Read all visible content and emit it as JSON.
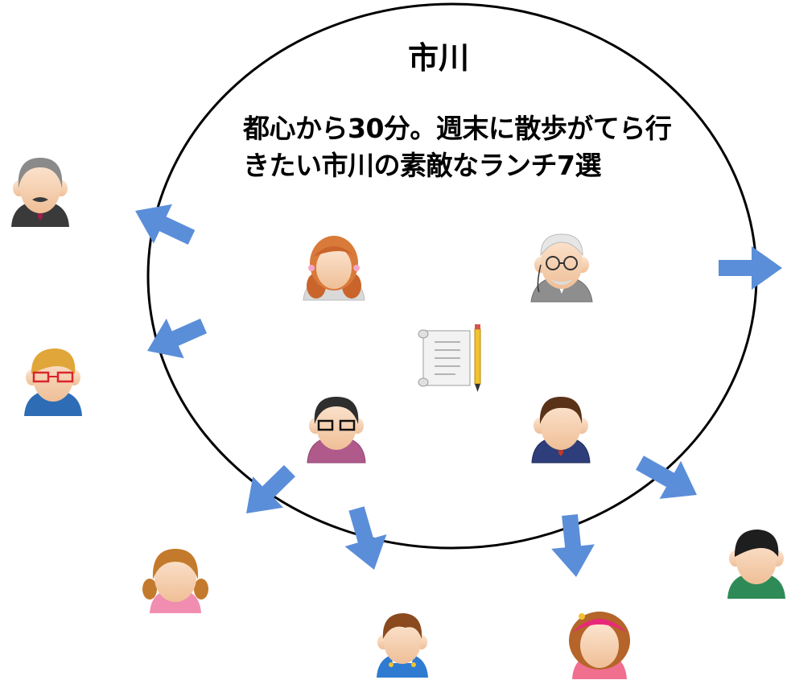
{
  "title": "市川",
  "description": "都心から30分。週末に散歩がてら行きたい市川の素敵なランチ7選",
  "colors": {
    "arrow": "#5B8ED9",
    "circle_stroke": "#000000",
    "background": "#FFFFFF"
  },
  "icons": {
    "inside_circle": [
      "woman-orange-hair-icon",
      "elderly-man-glasses-icon",
      "document-pencil-icon",
      "woman-glasses-icon",
      "man-suit-icon"
    ],
    "outside_circle": [
      "gray-haired-man-icon",
      "man-red-glasses-icon",
      "girl-pigtails-icon",
      "boy-overalls-icon",
      "girl-pink-headband-icon",
      "man-green-shirt-icon"
    ]
  },
  "arrow_count": 7
}
